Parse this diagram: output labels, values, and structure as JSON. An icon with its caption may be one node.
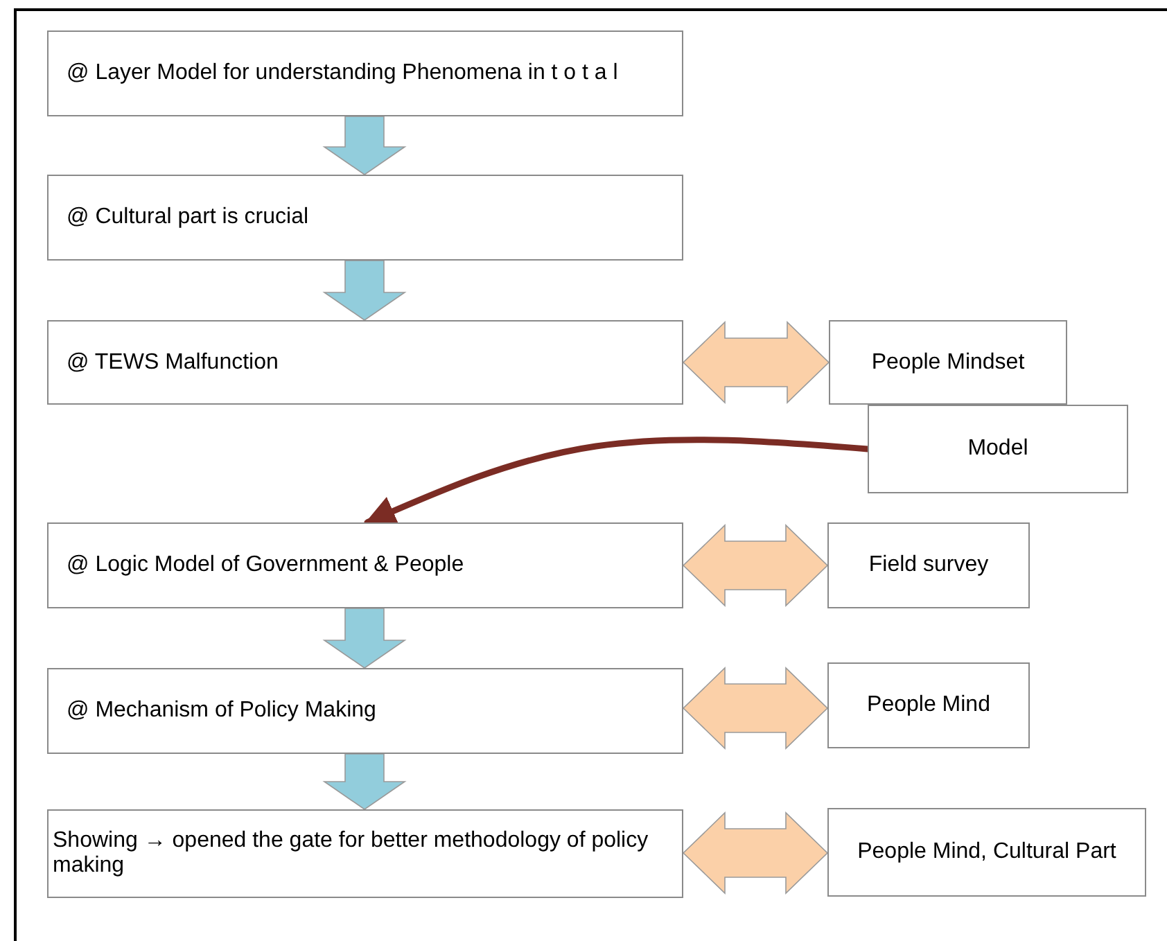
{
  "diagram": {
    "nodes": [
      {
        "text": [
          "@ Layer Model for understanding Phenomena in t o t a l"
        ]
      },
      {
        "text": [
          "@ Cultural part is crucial"
        ]
      },
      {
        "text": [
          "@ TEWS Malfunction"
        ]
      },
      {
        "text": [
          "People Mindset"
        ]
      },
      {
        "text": [
          "Model"
        ]
      },
      {
        "text": [
          "@ Logic Model of Government & People"
        ]
      },
      {
        "text": [
          "Field survey"
        ]
      },
      {
        "text": [
          "@ Mechanism of Policy Making"
        ]
      },
      {
        "text": [
          "People Mind"
        ]
      },
      {
        "text": [
          "Showing → opened the gate for better methodology of policy making"
        ]
      },
      {
        "text": [
          "People Mind, Cultural Part"
        ]
      }
    ],
    "edges": [
      {
        "from": 0,
        "to": 1,
        "arrow": "to",
        "style": "thick",
        "color": "#92cddc"
      },
      {
        "from": 1,
        "to": 2,
        "arrow": "to",
        "style": "thick",
        "color": "#92cddc"
      },
      {
        "from": 2,
        "to": 3,
        "arrow": "both",
        "style": "thick",
        "color": "#fbd0a8"
      },
      {
        "from": 4,
        "to": 5,
        "arrow": "to",
        "color": "#7b2c24"
      },
      {
        "from": 5,
        "to": 6,
        "arrow": "both",
        "style": "thick",
        "color": "#fbd0a8"
      },
      {
        "from": 5,
        "to": 7,
        "arrow": "to",
        "style": "thick",
        "color": "#92cddc"
      },
      {
        "from": 7,
        "to": 8,
        "arrow": "both",
        "style": "thick",
        "color": "#fbd0a8"
      },
      {
        "from": 7,
        "to": 9,
        "arrow": "to",
        "style": "thick",
        "color": "#92cddc"
      },
      {
        "from": 9,
        "to": 10,
        "arrow": "both",
        "style": "thick",
        "color": "#fbd0a8"
      }
    ]
  }
}
